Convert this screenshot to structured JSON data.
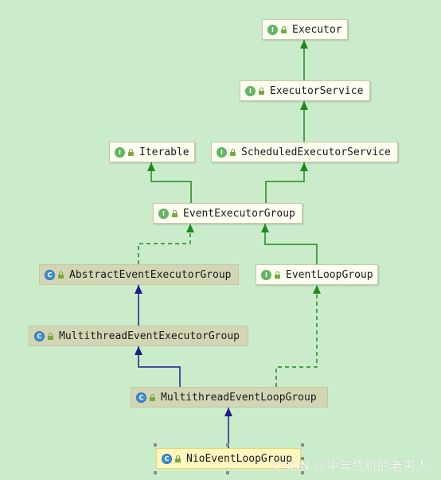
{
  "diagram": {
    "nodes": [
      {
        "id": "executor",
        "label": "Executor",
        "kind": "interface",
        "badge": "I"
      },
      {
        "id": "executor_service",
        "label": "ExecutorService",
        "kind": "interface",
        "badge": "I"
      },
      {
        "id": "iterable",
        "label": "Iterable",
        "kind": "interface",
        "badge": "I"
      },
      {
        "id": "scheduled_executor_service",
        "label": "ScheduledExecutorService",
        "kind": "interface",
        "badge": "I"
      },
      {
        "id": "event_executor_group",
        "label": "EventExecutorGroup",
        "kind": "interface",
        "badge": "I"
      },
      {
        "id": "abstract_event_executor_group",
        "label": "AbstractEventExecutorGroup",
        "kind": "class",
        "badge": "C"
      },
      {
        "id": "event_loop_group",
        "label": "EventLoopGroup",
        "kind": "interface",
        "badge": "I"
      },
      {
        "id": "multithread_event_executor_group",
        "label": "MultithreadEventExecutorGroup",
        "kind": "class",
        "badge": "C"
      },
      {
        "id": "multithread_event_loop_group",
        "label": "MultithreadEventLoopGroup",
        "kind": "class",
        "badge": "C"
      },
      {
        "id": "nio_event_loop_group",
        "label": "NioEventLoopGroup",
        "kind": "class",
        "badge": "C",
        "selected": true
      }
    ],
    "edges": [
      {
        "from": "executor_service",
        "to": "executor",
        "relation": "extends"
      },
      {
        "from": "scheduled_executor_service",
        "to": "executor_service",
        "relation": "extends"
      },
      {
        "from": "event_executor_group",
        "to": "iterable",
        "relation": "extends"
      },
      {
        "from": "event_executor_group",
        "to": "scheduled_executor_service",
        "relation": "extends"
      },
      {
        "from": "abstract_event_executor_group",
        "to": "event_executor_group",
        "relation": "implements"
      },
      {
        "from": "event_loop_group",
        "to": "event_executor_group",
        "relation": "extends"
      },
      {
        "from": "multithread_event_executor_group",
        "to": "abstract_event_executor_group",
        "relation": "extends-class"
      },
      {
        "from": "multithread_event_loop_group",
        "to": "multithread_event_executor_group",
        "relation": "extends-class"
      },
      {
        "from": "multithread_event_loop_group",
        "to": "event_loop_group",
        "relation": "implements"
      },
      {
        "from": "nio_event_loop_group",
        "to": "multithread_event_loop_group",
        "relation": "extends-class"
      }
    ],
    "colors": {
      "background": "#cbeccb",
      "interface_edge": "#1e8a1e",
      "class_edge": "#1c1c8c",
      "interface_node": "#fffff2",
      "class_node": "#d3d6b4",
      "selected_node": "#fff6c0"
    }
  },
  "watermark": {
    "text": "CSDN @中年危机的老男人"
  }
}
